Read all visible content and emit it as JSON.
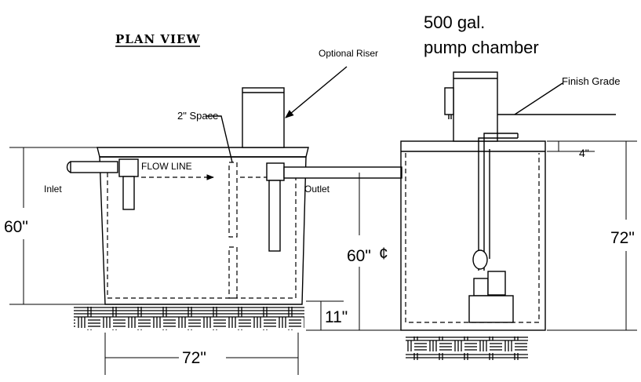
{
  "labels": {
    "plan_view": "PLAN VIEW",
    "optional_riser": "Optional Riser",
    "pump_chamber_line1": "500 gal.",
    "pump_chamber_line2": "pump chamber",
    "finish_grade": "Finish Grade",
    "space": "2\" Space",
    "flow_line": "FLOW LINE",
    "inlet": "Inlet",
    "outlet": "Outlet",
    "centerline": "¢"
  },
  "dimensions": {
    "tank_height": "60\"",
    "tank_width": "72\"",
    "base_height": "11\"",
    "outlet_height": "60\"",
    "pump_top_gap": "4\"",
    "pump_height": "72\""
  }
}
